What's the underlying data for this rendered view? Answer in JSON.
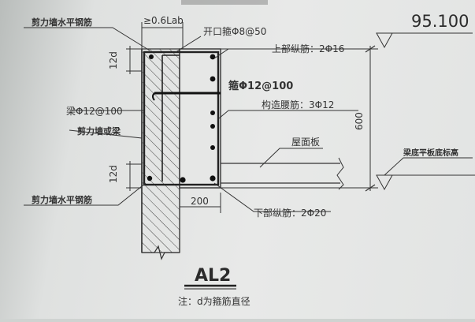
{
  "drawing": {
    "elevation": "95.100",
    "height_dim": "600",
    "width_dim": "200",
    "anchorage_dim": "≥0.6Lab",
    "cover_top": "12d",
    "cover_bottom": "12d",
    "title": "AL2",
    "note": "注：d为箍筋直径"
  },
  "labels": {
    "wall_horizontal_top": "剪力墙水平钢筋",
    "open_stirrup": "开口箍Φ8@50",
    "top_longitudinal": "上部纵筋：2Φ16",
    "stirrup": "箍Φ12@100",
    "beam_stirrup_left": "梁Φ12@100",
    "structural_bars": "构造腰筋：3Φ12",
    "wall_or_beam": "剪力墙或梁",
    "roof_slab": "屋面板",
    "beam_bottom_elev": "梁底平板底标高",
    "wall_horizontal_bottom": "剪力墙水平钢筋",
    "bottom_longitudinal": "下部纵筋：2Φ20"
  }
}
